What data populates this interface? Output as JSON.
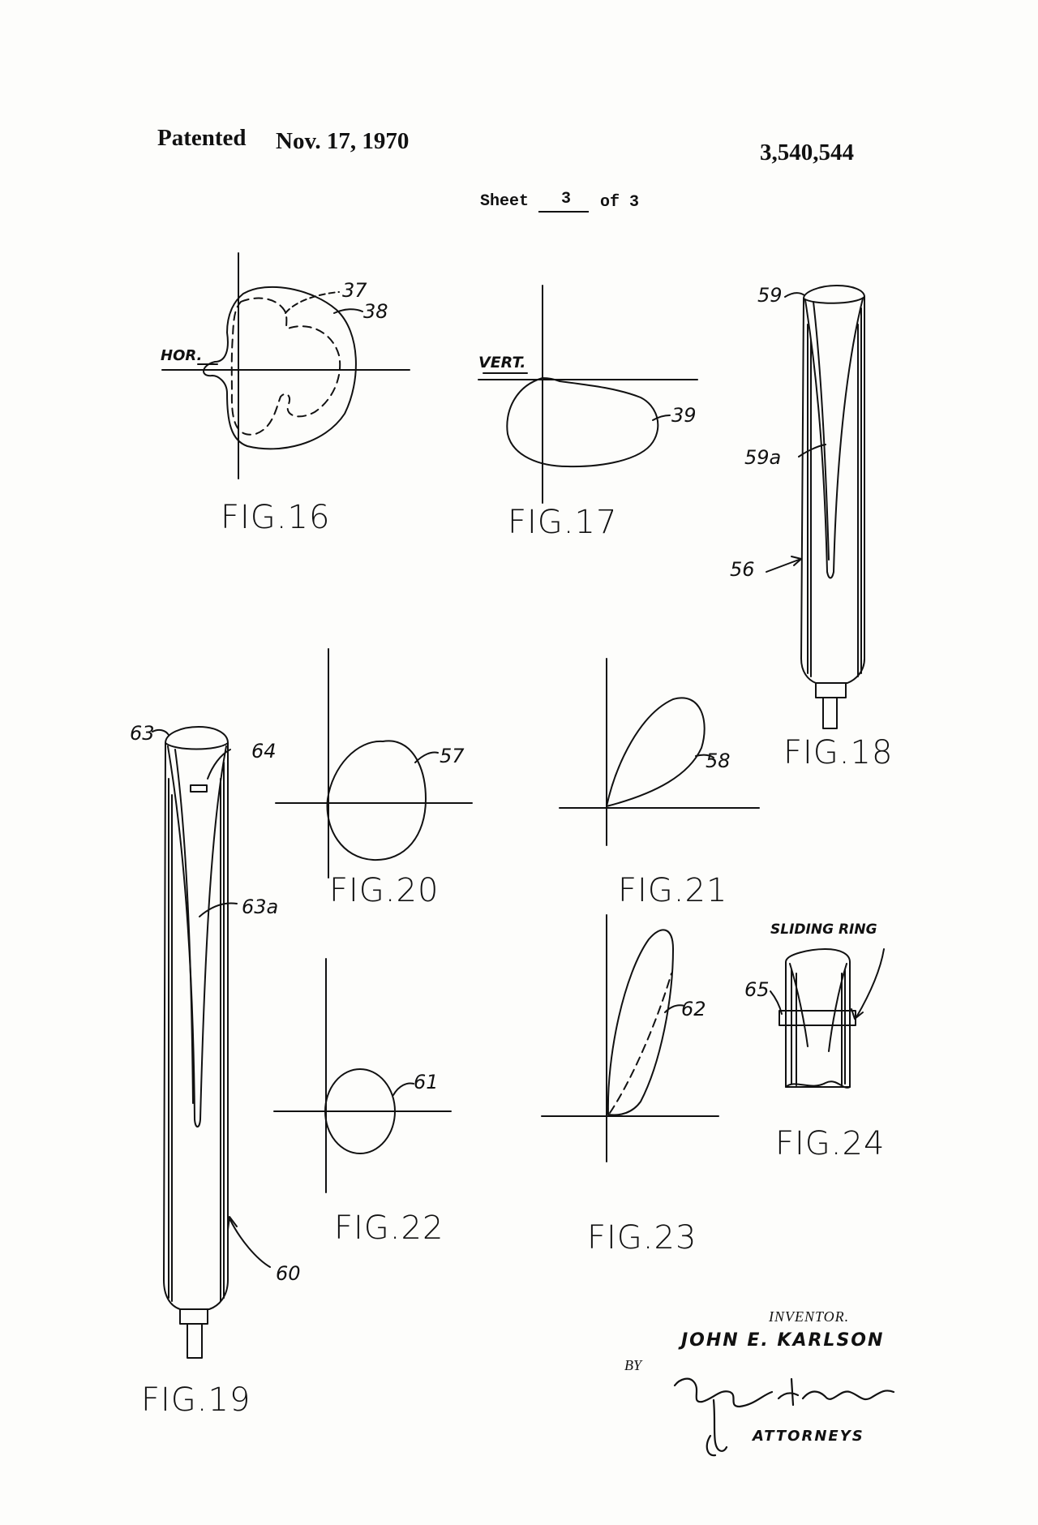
{
  "header": {
    "patented": "Patented",
    "date": "Nov. 17, 1970",
    "patent_number": "3,540,544",
    "sheet_label": "Sheet",
    "sheet_number": "3",
    "sheet_of": "of 3"
  },
  "figures": {
    "fig16": {
      "caption": "FIG.16",
      "axis_label": "HOR.",
      "ref_dashed": "37",
      "ref_solid": "38"
    },
    "fig17": {
      "caption": "FIG.17",
      "axis_label": "VERT.",
      "ref_pattern": "39"
    },
    "fig18": {
      "caption": "FIG.18",
      "ref_top": "59",
      "ref_slot": "59a",
      "ref_body": "56"
    },
    "fig19": {
      "caption": "FIG.19",
      "ref_top": "63",
      "ref_mark": "64",
      "ref_slot": "63a",
      "ref_body": "60"
    },
    "fig20": {
      "caption": "FIG.20",
      "ref_pattern": "57"
    },
    "fig21": {
      "caption": "FIG.21",
      "ref_pattern": "58"
    },
    "fig22": {
      "caption": "FIG.22",
      "ref_pattern": "61"
    },
    "fig23": {
      "caption": "FIG.23",
      "ref_pattern": "62"
    },
    "fig24": {
      "caption": "FIG.24",
      "ring_label": "SLIDING RING",
      "ref_ring": "65"
    }
  },
  "credits": {
    "inventor_label": "INVENTOR.",
    "inventor_name": "JOHN E. KARLSON",
    "by": "BY",
    "attorneys": "ATTORNEYS"
  },
  "signature_icon": "handwritten-signature-kenyon-and-kenyon"
}
